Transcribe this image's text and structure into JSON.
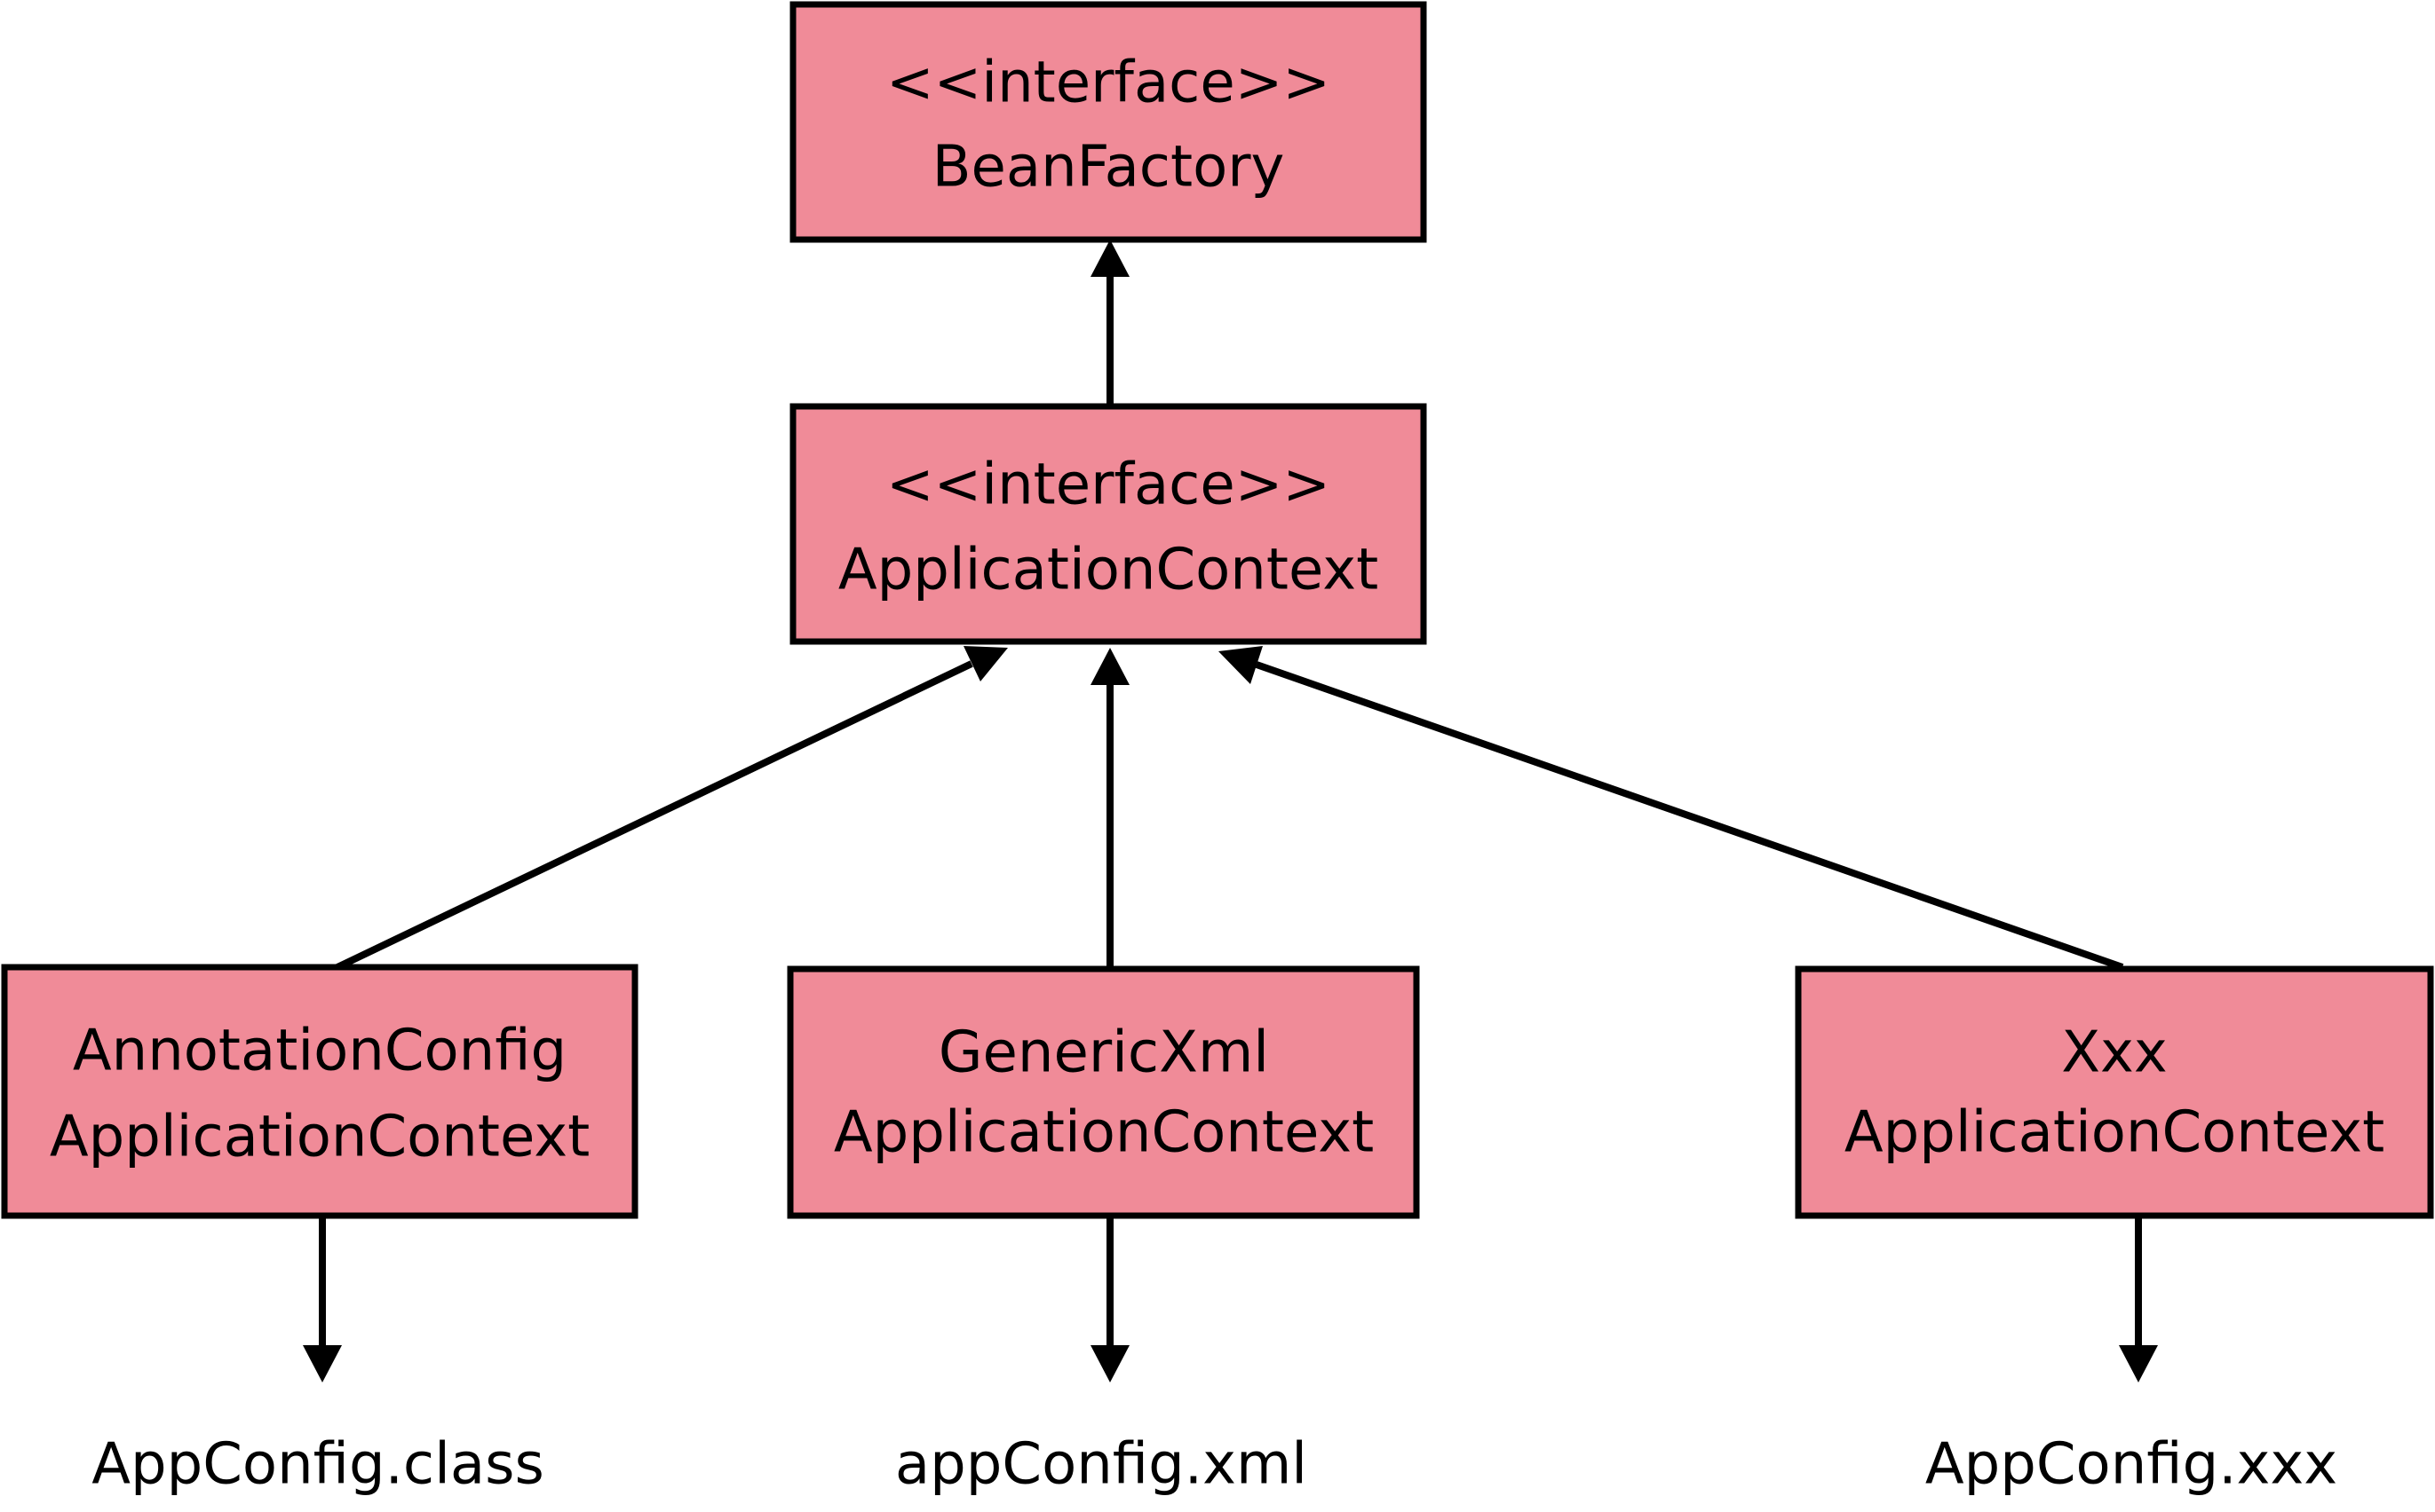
{
  "colors": {
    "box_fill": "#f08b98",
    "stroke": "#000000",
    "background": "#ffffff"
  },
  "nodes": {
    "bean_factory": {
      "line1": "<<interface>>",
      "line2": "BeanFactory"
    },
    "application_context": {
      "line1": "<<interface>>",
      "line2": "ApplicationContext"
    },
    "annotation_config": {
      "line1": "AnnotationConfig",
      "line2": "ApplicationContext"
    },
    "generic_xml": {
      "line1": "GenericXml",
      "line2": "ApplicationContext"
    },
    "xxx": {
      "line1": "Xxx",
      "line2": "ApplicationContext"
    }
  },
  "sources": {
    "annotation_config": "AppConfig.class",
    "generic_xml": "appConfig.xml",
    "xxx": "AppConfig.xxx"
  },
  "edges": [
    {
      "from": "application_context",
      "to": "bean_factory"
    },
    {
      "from": "annotation_config",
      "to": "application_context"
    },
    {
      "from": "generic_xml",
      "to": "application_context"
    },
    {
      "from": "xxx",
      "to": "application_context"
    },
    {
      "from": "annotation_config",
      "to": "source:annotation_config"
    },
    {
      "from": "generic_xml",
      "to": "source:generic_xml"
    },
    {
      "from": "xxx",
      "to": "source:xxx"
    }
  ]
}
